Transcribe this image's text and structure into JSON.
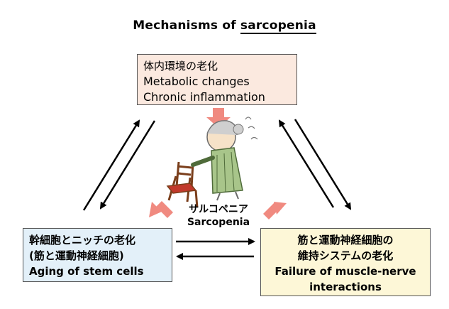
{
  "title": {
    "prefix": "Mechanisms of ",
    "emphasis": "sarcopenia"
  },
  "top_box": {
    "line1": "体内環境の老化",
    "line2": "Metabolic changes",
    "line3": "Chronic inflammation"
  },
  "left_box": {
    "line1": "幹細胞とニッチの老化",
    "line2": "(筋と運動神経細胞)",
    "line3": "Aging of stem cells"
  },
  "right_box": {
    "line1": "筋と運動神経細胞の",
    "line2": "維持システムの老化",
    "line3": "Failure of muscle-nerve",
    "line4": "interactions"
  },
  "center": {
    "label_jp": "サルコペニア",
    "label_en": "Sarcopenia"
  },
  "colors": {
    "top_box_fill": "#fbe9df",
    "left_box_fill": "#e3f0f9",
    "right_box_fill": "#fdf7d7",
    "pink_arrow": "#f08a80"
  }
}
